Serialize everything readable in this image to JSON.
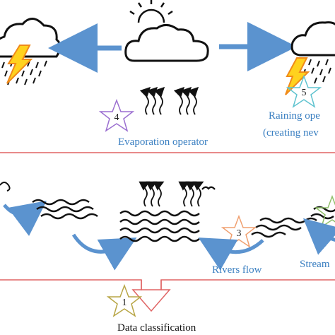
{
  "colors": {
    "arrow_blue": "#5b93cf",
    "frame_red": "#e06464",
    "text_blue": "#3a7fc1",
    "bolt_orange": "#f08a1a",
    "bolt_yellow": "#ffd21e",
    "star_purple": "#9b6fd0",
    "star_teal": "#5fc3cf",
    "star_orange": "#f0a070",
    "star_olive": "#b8a646",
    "star_green": "#8fbf6a"
  },
  "top": {
    "evaporation_label": "Evaporation operator",
    "raining_label_line1": "Raining ope",
    "raining_label_line2": "(creating nev",
    "star_evaporation_number": "4",
    "star_raining_number": "5"
  },
  "bottom": {
    "rivers_flow_label": "Rivers flow",
    "stream_label": "Stream",
    "data_classification_label": "Data classification",
    "star_rivers_number": "3",
    "star_data_number": "1"
  },
  "icons": [
    "sun-icon",
    "cloud-icon",
    "storm-cloud-icon",
    "lightning-icon",
    "rain-icon",
    "wave-icon",
    "steam-arrow-icon",
    "bird-icon",
    "star-icon",
    "curved-arrow-icon"
  ]
}
